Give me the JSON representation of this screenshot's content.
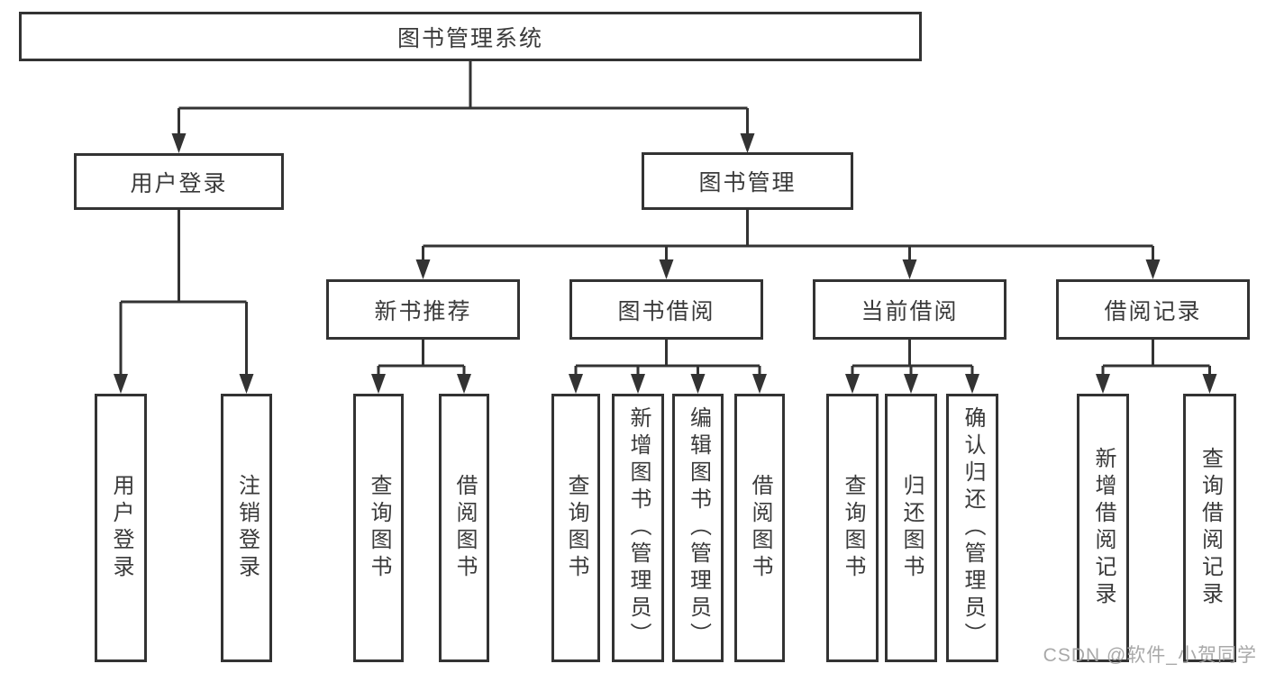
{
  "diagram_title": "图书管理系统",
  "tree": {
    "label": "图书管理系统",
    "children": [
      {
        "label": "用户登录",
        "children": [
          {
            "label": "用户登录"
          },
          {
            "label": "注销登录"
          }
        ]
      },
      {
        "label": "图书管理",
        "children": [
          {
            "label": "新书推荐",
            "children": [
              {
                "label": "查询图书"
              },
              {
                "label": "借阅图书"
              }
            ]
          },
          {
            "label": "图书借阅",
            "children": [
              {
                "label": "查询图书"
              },
              {
                "label": "新增图书（管理员）"
              },
              {
                "label": "编辑图书（管理员）"
              },
              {
                "label": "借阅图书"
              }
            ]
          },
          {
            "label": "当前借阅",
            "children": [
              {
                "label": "查询图书"
              },
              {
                "label": "归还图书"
              },
              {
                "label": "确认归还（管理员）"
              }
            ]
          },
          {
            "label": "借阅记录",
            "children": [
              {
                "label": "新增借阅记录"
              },
              {
                "label": "查询借阅记录"
              }
            ]
          }
        ]
      }
    ]
  },
  "watermark": {
    "text": "CSDN @软件_小贺同学"
  },
  "colors": {
    "line": "#333333",
    "box_border": "#333333",
    "text": "#3a3a3a",
    "background": "#ffffff",
    "watermark": "#a2a2a2"
  }
}
